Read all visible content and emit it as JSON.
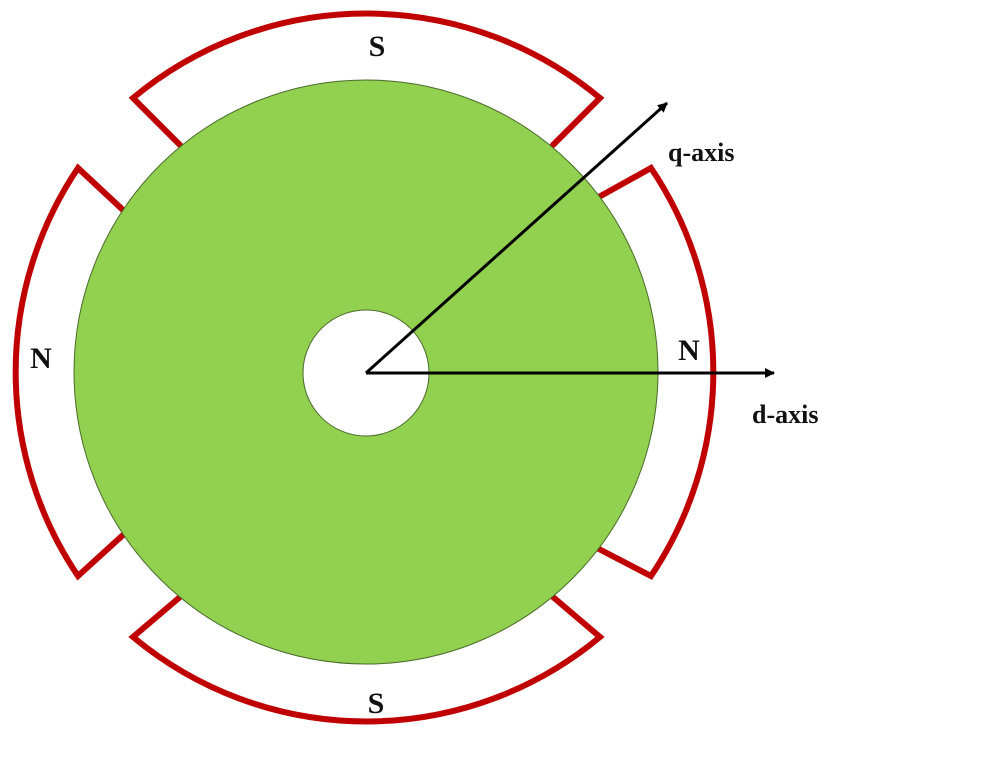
{
  "diagram": {
    "title": "",
    "rotor": {
      "color": "#92d050",
      "outline": "#4a6b2a"
    },
    "shaft": {
      "color": "#ffffff"
    },
    "magnet_outline_color": "#c00000",
    "poles": [
      {
        "id": "top",
        "label": "S"
      },
      {
        "id": "right",
        "label": "N"
      },
      {
        "id": "bottom",
        "label": "S"
      },
      {
        "id": "left",
        "label": "N"
      }
    ],
    "axes": {
      "q": {
        "label": "q-axis",
        "angle_deg": 40
      },
      "d": {
        "label": "d-axis",
        "angle_deg": 0
      }
    }
  }
}
